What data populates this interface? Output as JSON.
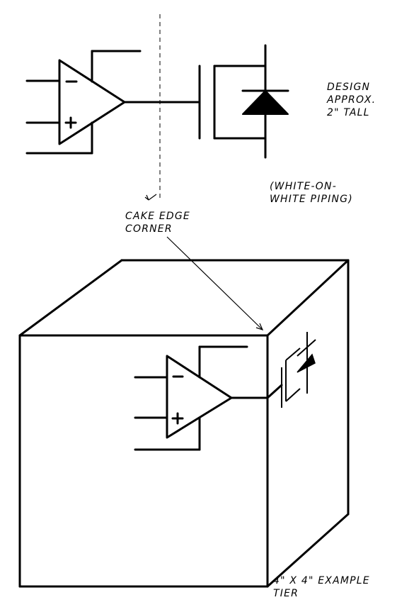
{
  "annotations": {
    "design_size": [
      "Design",
      "approx.",
      "2\" tall"
    ],
    "piping": [
      "(white-on-",
      "white piping)"
    ],
    "cake_edge": [
      "Cake edge",
      "corner"
    ],
    "tier": [
      "4\" x 4\" example",
      "tier"
    ]
  }
}
